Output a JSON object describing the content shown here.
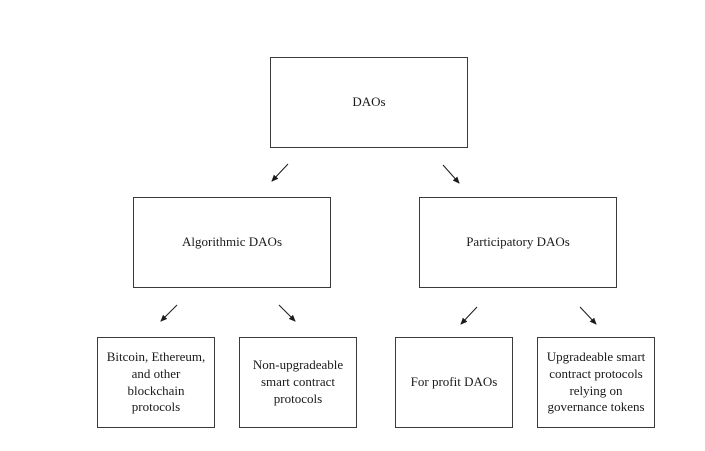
{
  "diagram": {
    "root": {
      "label": "DAOs"
    },
    "algorithmic": {
      "label": "Algorithmic DAOs"
    },
    "participatory": {
      "label": "Participatory DAOs"
    },
    "leaves": [
      {
        "label": "Bitcoin, Ethereum, and other blockchain protocols"
      },
      {
        "label": "Non-upgradeable smart contract protocols"
      },
      {
        "label": "For profit DAOs"
      },
      {
        "label": "Upgradeable smart contract protocols relying on governance tokens"
      }
    ],
    "edges": [
      {
        "from": "DAOs",
        "to": "Algorithmic DAOs"
      },
      {
        "from": "DAOs",
        "to": "Participatory DAOs"
      },
      {
        "from": "Algorithmic DAOs",
        "to": "Bitcoin, Ethereum, and other blockchain protocols"
      },
      {
        "from": "Algorithmic DAOs",
        "to": "Non-upgradeable smart contract protocols"
      },
      {
        "from": "Participatory DAOs",
        "to": "For profit DAOs"
      },
      {
        "from": "Participatory DAOs",
        "to": "Upgradeable smart contract protocols relying on governance tokens"
      }
    ]
  }
}
